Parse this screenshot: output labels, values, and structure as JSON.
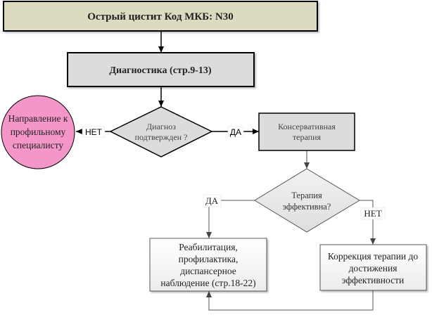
{
  "diagram": {
    "title_node": {
      "text": "Острый цистит Код МКБ: N30",
      "fill": "#dcdbc0"
    },
    "diagnostics_node": {
      "text": "Диагностика (стр.9-13)",
      "fill": "#dcdcdc"
    },
    "decision_diagnosis": {
      "lines": [
        "Диагноз",
        "подтвержден ?"
      ],
      "fill": "#dcdcdc"
    },
    "referral_node": {
      "lines": [
        "Направление к",
        "профильному",
        "специалисту"
      ],
      "fill": "#f596c8"
    },
    "conservative_node": {
      "lines": [
        "Консервативная",
        "терапия"
      ],
      "fill": "#dcdcdc"
    },
    "decision_therapy": {
      "lines": [
        "Терапия",
        "эффективна?"
      ],
      "fill": "#e4e4e4"
    },
    "rehab_node": {
      "lines": [
        "Реабилитация,",
        "профилактика,",
        "диспансерное",
        "наблюдение (стр.18-22)"
      ],
      "fill": "#f4f4f4"
    },
    "correction_node": {
      "lines": [
        "Коррекция терапии до",
        "достижения",
        "эффективности"
      ],
      "fill": "#f4f4f4"
    },
    "edge_labels": {
      "diagnosis_no": "НЕТ",
      "diagnosis_yes": "ДА",
      "therapy_yes": "ДА",
      "therapy_no": "НЕТ"
    }
  }
}
